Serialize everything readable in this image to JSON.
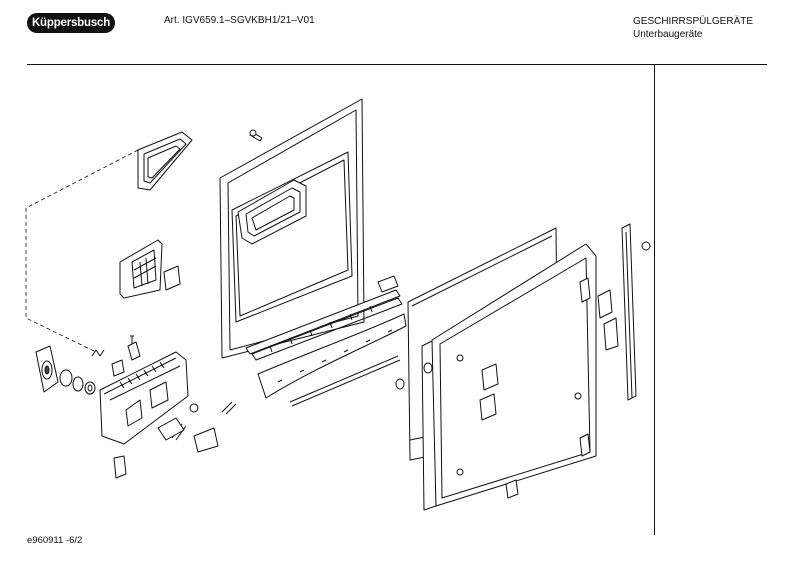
{
  "header": {
    "brand": "Küppersbusch",
    "article": "Art. IGV659.1–SGVKBH1/21–V01",
    "category": "GESCHIRRSPÜLGERÄTE",
    "subcategory": "Unterbaugeräte"
  },
  "footer": {
    "drawing_id": "e960911 -6/2"
  }
}
